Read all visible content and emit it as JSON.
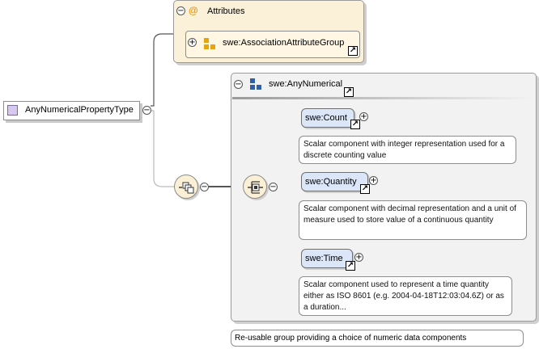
{
  "type": {
    "name": "AnyNumericalPropertyType",
    "icon": "complex-type-icon",
    "color": "#d7c9ee"
  },
  "attributes": {
    "symbol": "@",
    "title": "Attributes",
    "group_ref": {
      "name": "swe:AssociationAttributeGroup",
      "icon": "attribute-group-icon"
    }
  },
  "group": {
    "name": "swe:AnyNumerical",
    "icon": "model-group-icon",
    "documentation": "Re-usable group providing a choice of numeric data components"
  },
  "elements": [
    {
      "name": "swe:Count",
      "doc": "Scalar component with integer representation used for a discrete counting value"
    },
    {
      "name": "swe:Quantity",
      "doc": "Scalar component with decimal representation and a unit of measure used to store value of a continuous quantity"
    },
    {
      "name": "swe:Time",
      "doc": "Scalar component used to represent a time quantity either as ISO 8601 (e.g. 2004-04-18T12:03:04.6Z) or as a duration..."
    }
  ],
  "glyphs": {
    "collapse": "−",
    "expand": "+",
    "link": "↗"
  },
  "colors": {
    "attribute_panel": "#fbf0d8",
    "element_fill": "#dbe7f8",
    "group_panel": "#f2f2f2",
    "accent": "#e39a17"
  }
}
